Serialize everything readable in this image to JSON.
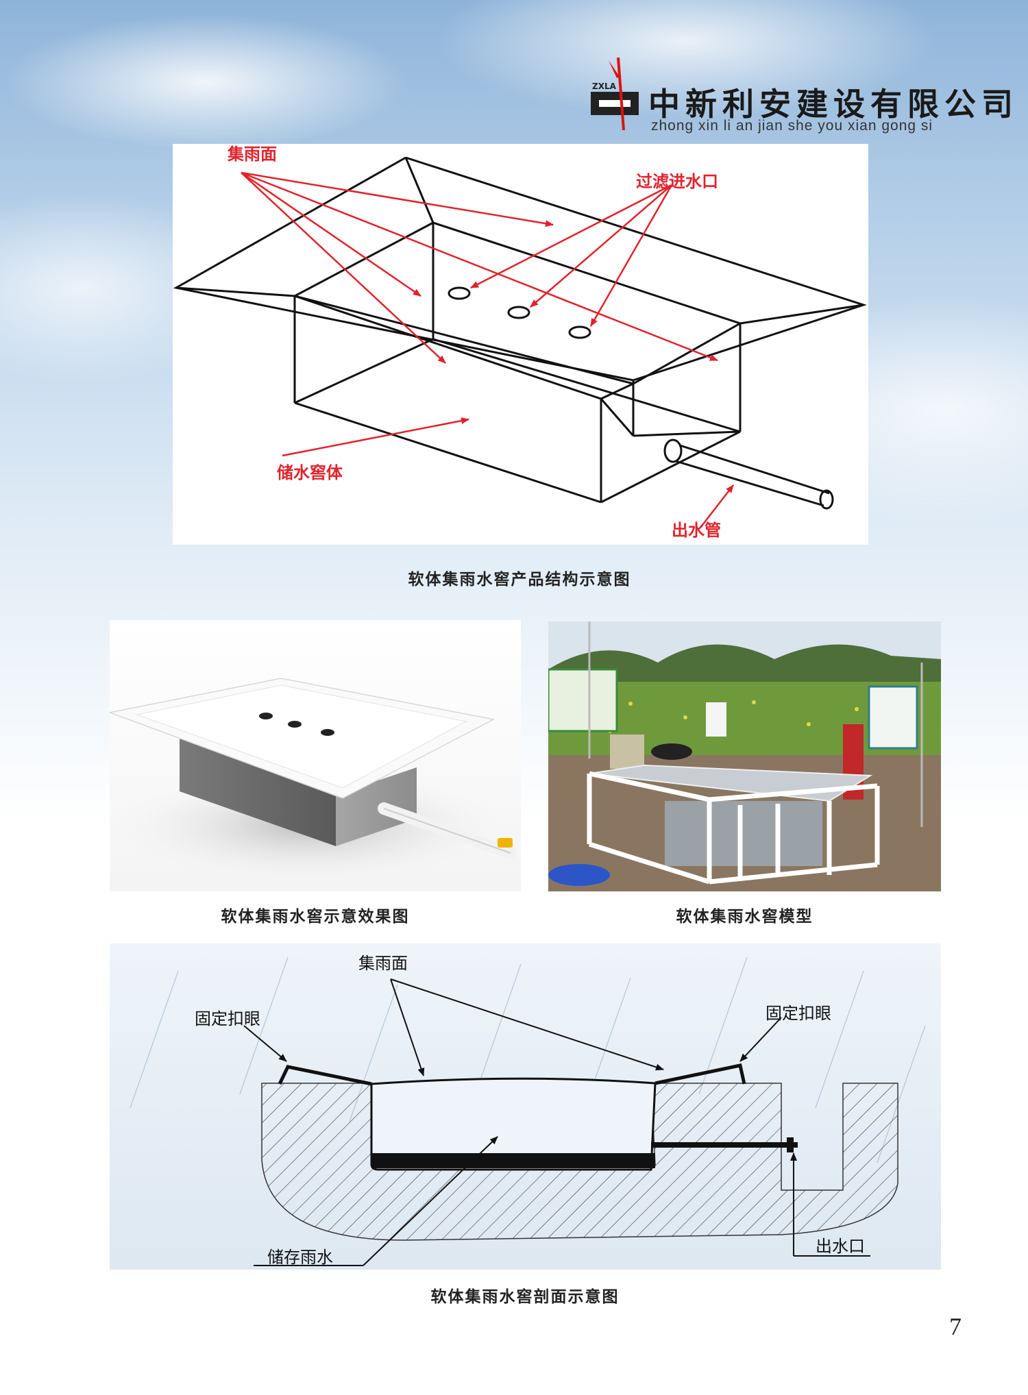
{
  "header": {
    "logo_text": "ZXLA",
    "company_name": "中新利安建设有限公司",
    "company_pinyin": "zhong xin li an jian she you xian gong si"
  },
  "figure1": {
    "caption": "软体集雨水窖产品结构示意图",
    "labels": {
      "catchment": "集雨面",
      "inlet": "过滤进水口",
      "body": "储水窖体",
      "outlet_pipe": "出水管"
    },
    "accent_color": "#e0232b"
  },
  "figure2": {
    "caption": "软体集雨水窖示意效果图"
  },
  "figure3": {
    "caption": "软体集雨水窖模型"
  },
  "figure4": {
    "caption": "软体集雨水窖剖面示意图",
    "labels": {
      "catchment": "集雨面",
      "eyelet_left": "固定扣眼",
      "eyelet_right": "固定扣眼",
      "storage": "储存雨水",
      "outlet": "出水口"
    }
  },
  "page_number": "7"
}
